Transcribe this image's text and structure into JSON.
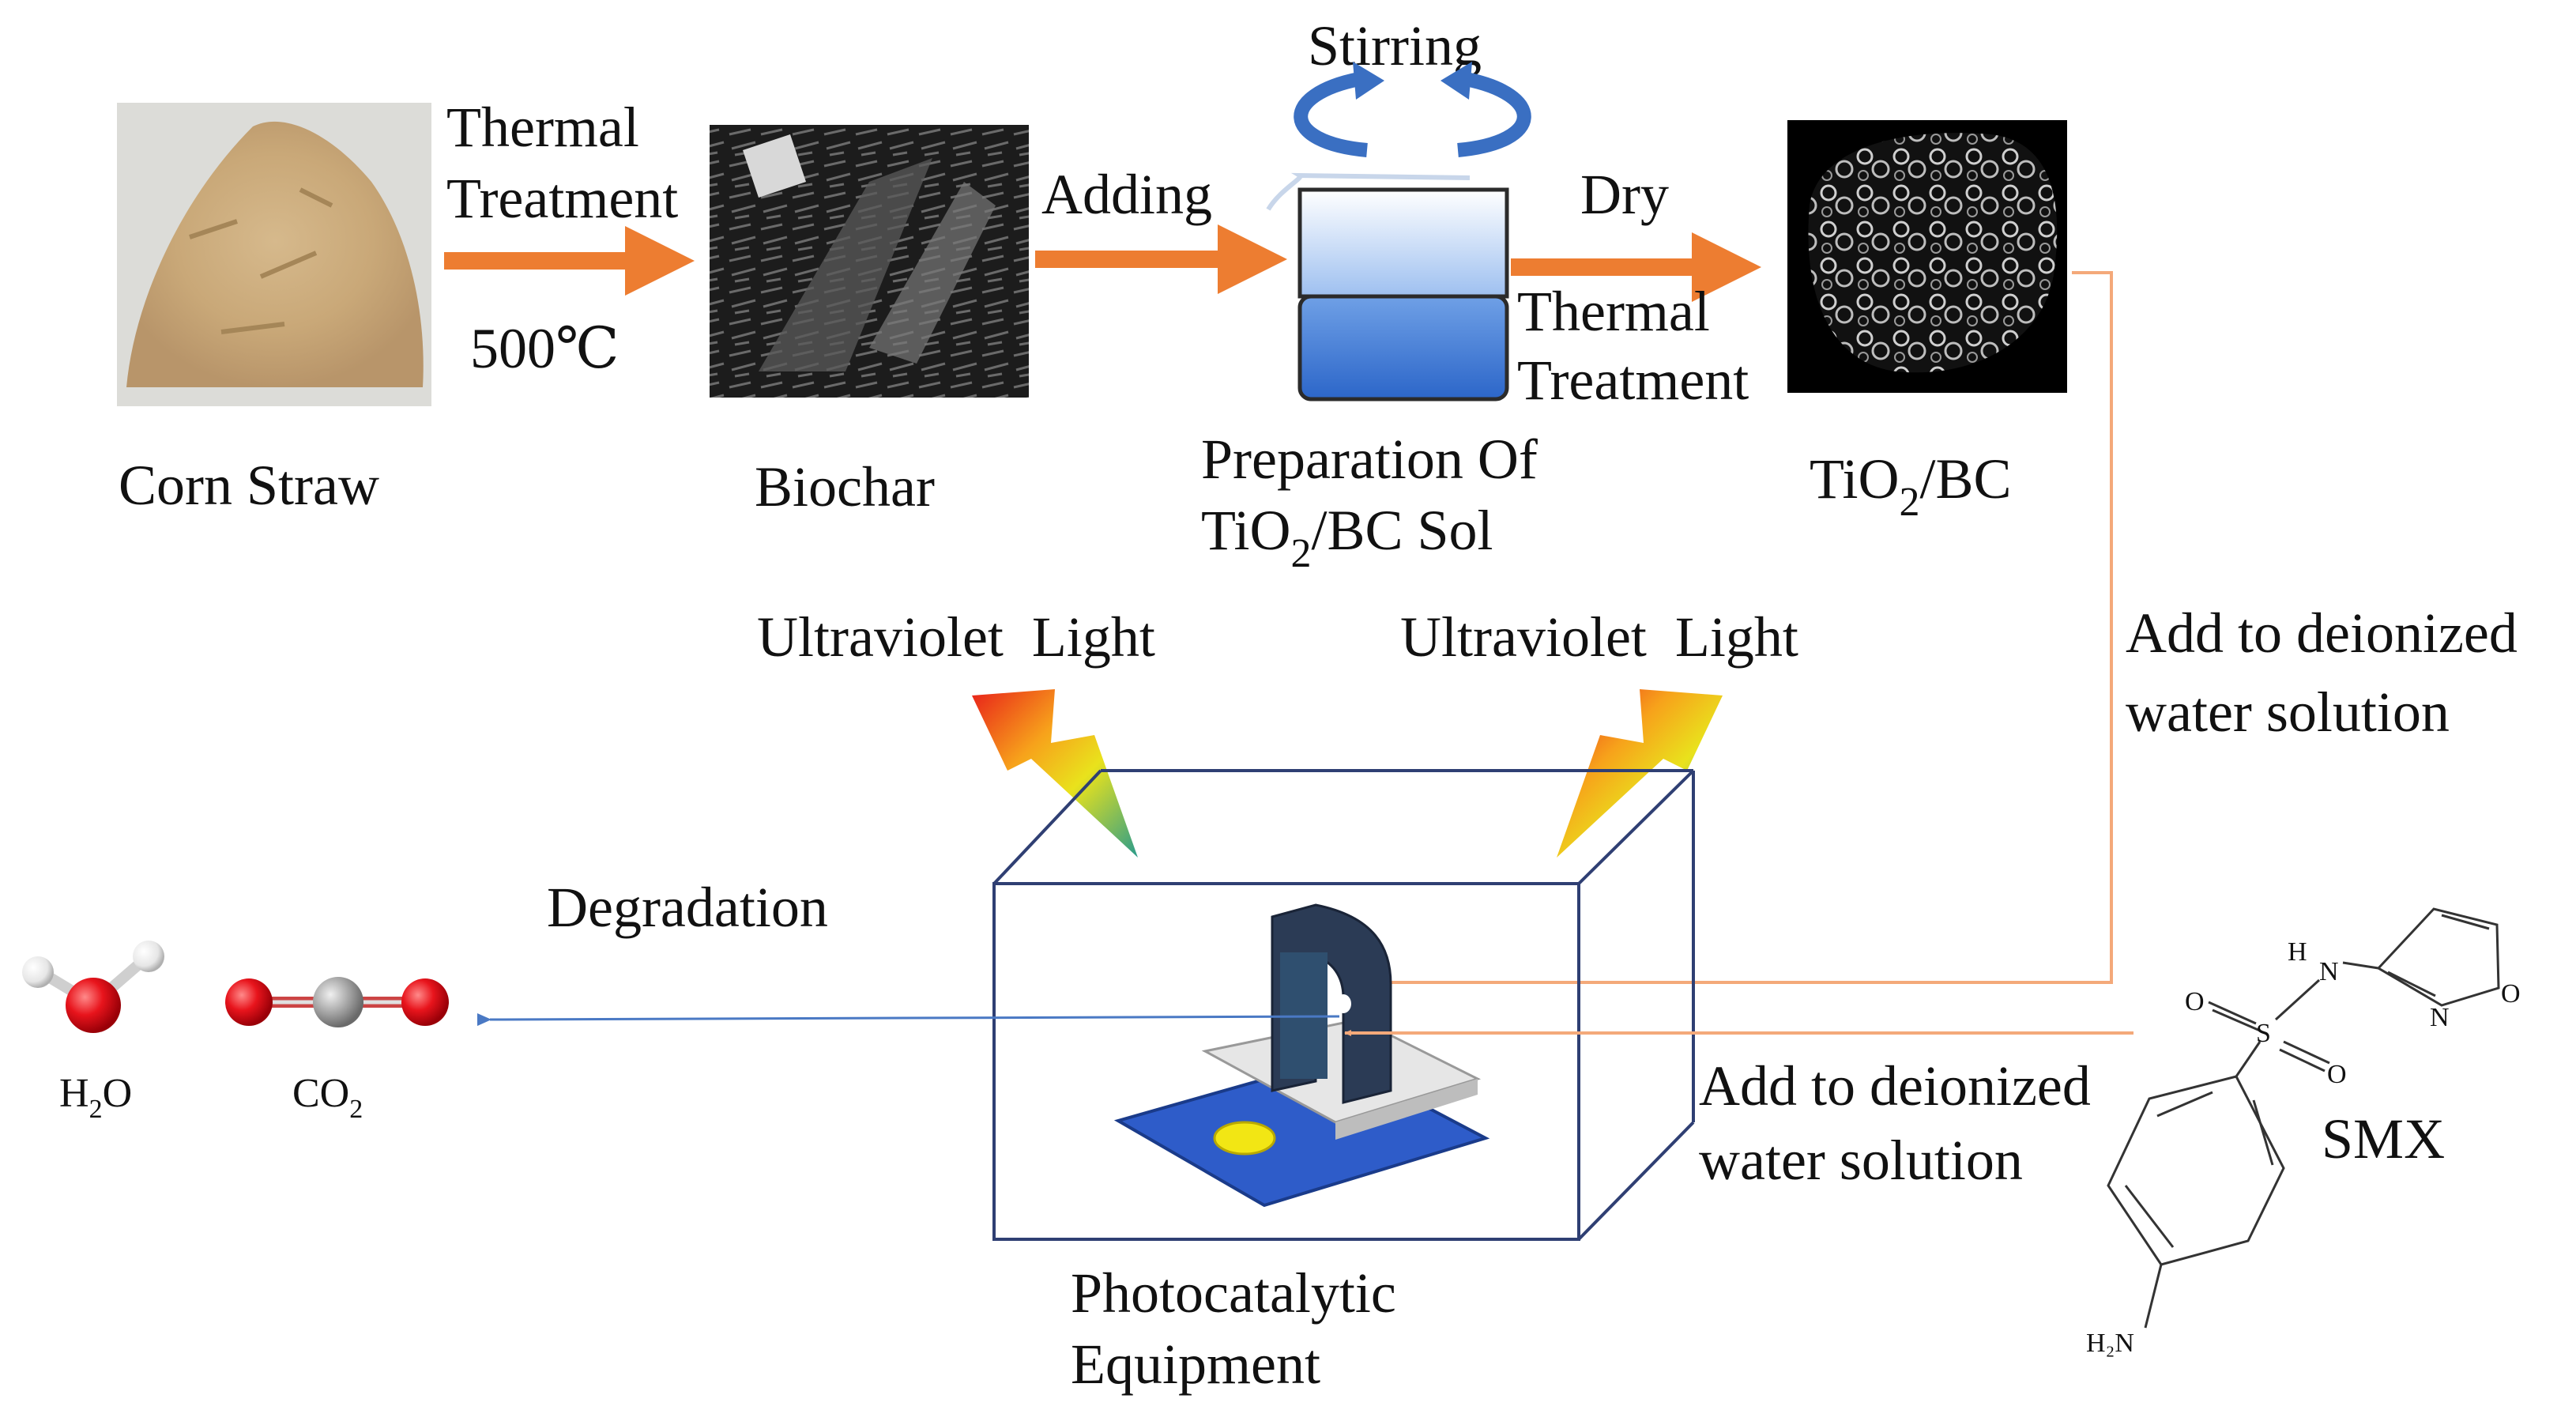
{
  "steps": {
    "corn_straw": "Corn Straw",
    "biochar": "Biochar",
    "sol_line1": "Preparation Of",
    "sol_line2_a": "TiO",
    "sol_line2_sub": "2",
    "sol_line2_b": "/BC Sol",
    "product_a": "TiO",
    "product_sub": "2",
    "product_b": "/BC",
    "equipment_line1": "Photocatalytic",
    "equipment_line2": "Equipment"
  },
  "arrows": {
    "thermal_1_line1": "Thermal",
    "thermal_1_line2": "Treatment",
    "temperature": "500℃",
    "adding": "Adding",
    "stirring": "Stirring",
    "dry": "Dry",
    "thermal_2_line1": "Thermal",
    "thermal_2_line2": "Treatment"
  },
  "light": {
    "left": "Ultraviolet  Light",
    "right": "Ultraviolet  Light"
  },
  "flows": {
    "add_top_line1": "Add to deionized",
    "add_top_line2": "water solution",
    "add_bottom_line1": "Add to deionized",
    "add_bottom_line2": "water solution",
    "degradation": "Degradation"
  },
  "products": {
    "water_a": "H",
    "water_sub": "2",
    "water_b": "O",
    "co2_a": "CO",
    "co2_sub": "2"
  },
  "molecule": {
    "name": "SMX",
    "atom_n_amine": "H₂N",
    "atom_s": "S",
    "atom_o1": "O",
    "atom_o2": "O",
    "atom_h": "H",
    "atom_n1": "N",
    "atom_n2": "N",
    "atom_o_ring": "O"
  },
  "colors": {
    "process_arrow": "#ed7d31",
    "flow_line": "#f4a97a",
    "degradation_line": "#4a79c4",
    "box_border": "#2f3f73",
    "oxygen": "#e8141c",
    "carbon": "#a0a0a0",
    "hydrogen": "#f2f2f2"
  }
}
